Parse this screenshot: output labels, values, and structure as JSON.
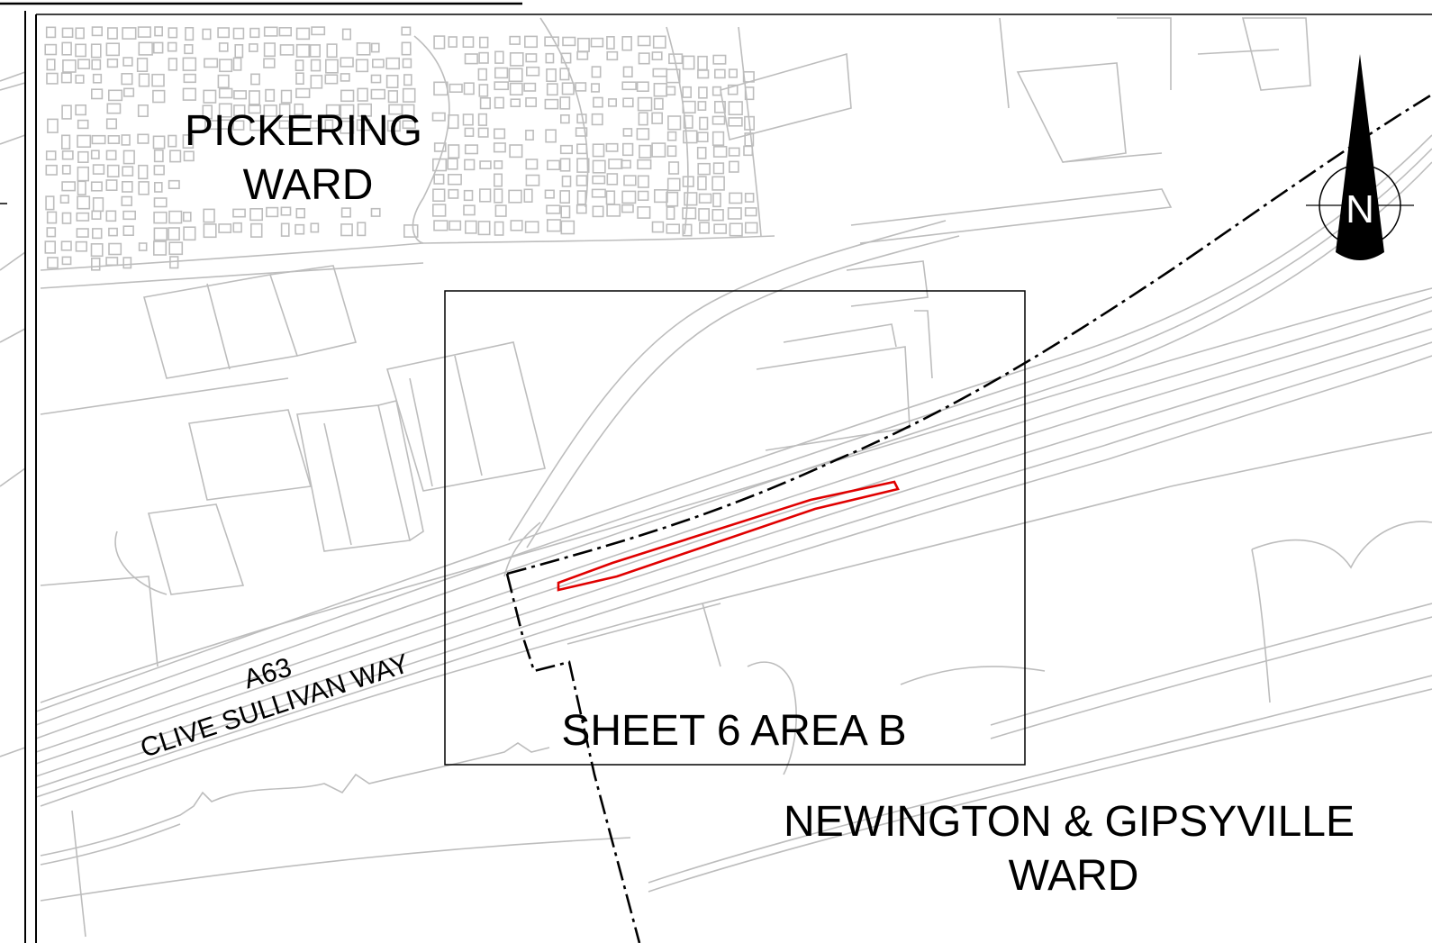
{
  "map": {
    "labels": {
      "pickering_ward_line1": "PICKERING",
      "pickering_ward_line2": "WARD",
      "newington_ward_line1": "NEWINGTON & GIPSYVILLE",
      "newington_ward_line2": "WARD",
      "road_number": "A63",
      "road_name": "CLIVE SULLIVAN WAY",
      "sheet_area": "SHEET 6 AREA B"
    },
    "north_arrow": {
      "letter": "N",
      "icon": "north-arrow-icon"
    },
    "colors": {
      "base_map_lines": "#bdbdbd",
      "frame": "#000000",
      "boundary": "#000000",
      "site_outline": "#e00000",
      "background": "#ffffff"
    }
  }
}
